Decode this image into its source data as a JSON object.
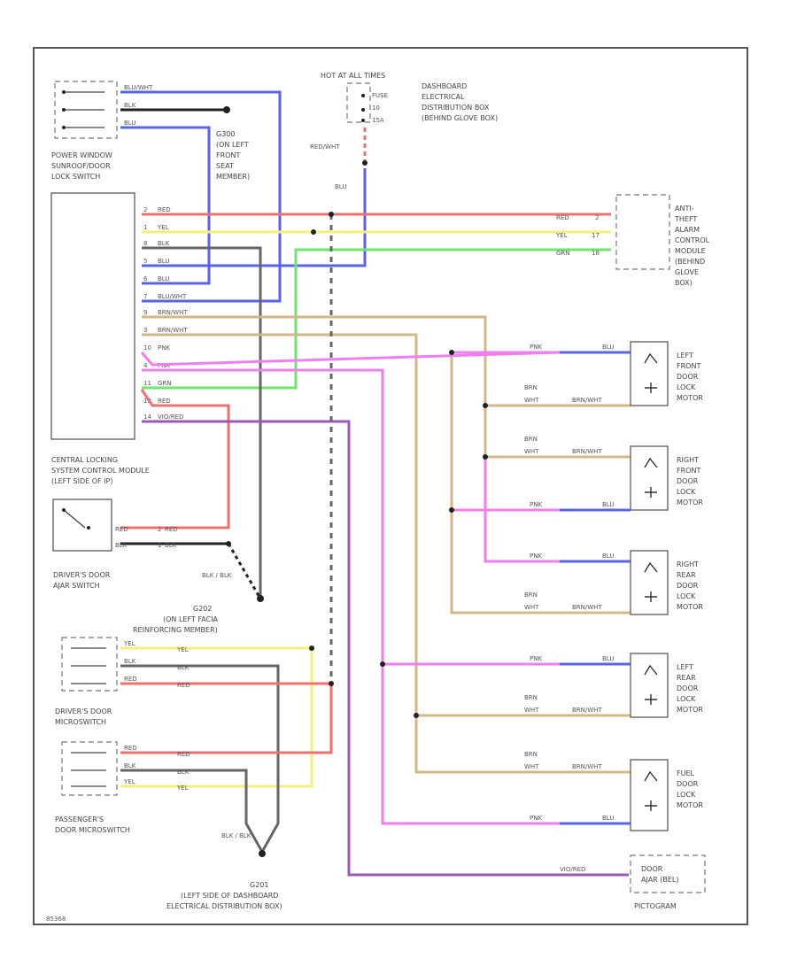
{
  "colors": {
    "red": "#f07070",
    "yellow": "#f4f07a",
    "green": "#6fe46f",
    "blue": "#5a63e6",
    "magenta": "#f07ef0",
    "tan": "#d4b789",
    "gray": "#666666",
    "violet": "#9c58b8",
    "black": "#222222"
  },
  "hot_panel": {
    "title": "HOT AT ALL TIMES",
    "fuse_label": "FUSE",
    "fuse_num": "10",
    "amp": "15A",
    "location": [
      "DASHBOARD",
      "ELECTRICAL",
      "DISTRIBUTION BOX",
      "(BEHIND GLOVE BOX)"
    ]
  },
  "switch_pw": {
    "label": [
      "POWER WINDOW",
      "SUNROOF/DOOR",
      "LOCK SWITCH"
    ],
    "wires": [
      "BLU/WHT",
      "BLK",
      "BLU"
    ]
  },
  "g_seat": [
    "G300",
    "(ON LEFT",
    "FRONT",
    "SEAT",
    "MEMBER)"
  ],
  "vert_labels": {
    "red_wht": "RED/WHT",
    "blu": "BLU"
  },
  "module_wires": [
    "RED",
    "YEL",
    "BLK",
    "BLU",
    "BLU",
    "BLU/WHT",
    "BRN/WHT",
    "BRN/WHT",
    "PNK",
    "PNK",
    "GRN",
    "RED",
    "VIO/RED"
  ],
  "module_pins": [
    "2",
    "1",
    "8",
    "5",
    "6",
    "7",
    "9",
    "3",
    "10",
    "4",
    "11",
    "12",
    "14"
  ],
  "module_label": [
    "CENTRAL LOCKING",
    "SYSTEM CONTROL MODULE",
    "(LEFT SIDE OF IP)"
  ],
  "alarm": {
    "label": [
      "ANTI-",
      "THEFT",
      "ALARM",
      "CONTROL",
      "MODULE",
      "(BEHIND",
      "GLOVE",
      "BOX)"
    ],
    "wires": [
      "RED",
      "YEL",
      "GRN"
    ],
    "pins": [
      "2",
      "17",
      "18"
    ]
  },
  "motors": [
    {
      "label": [
        "LEFT",
        "FRONT",
        "DOOR",
        "LOCK",
        "MOTOR"
      ]
    },
    {
      "label": [
        "RIGHT",
        "FRONT",
        "DOOR",
        "LOCK",
        "MOTOR"
      ]
    },
    {
      "label": [
        "RIGHT",
        "REAR",
        "DOOR",
        "LOCK",
        "MOTOR"
      ]
    },
    {
      "label": [
        "LEFT",
        "REAR",
        "DOOR",
        "LOCK",
        "MOTOR"
      ]
    },
    {
      "label": [
        "FUEL",
        "DOOR",
        "LOCK",
        "MOTOR"
      ]
    }
  ],
  "motor_wires": {
    "pnk": "PNK",
    "blu": "BLU",
    "brn": "BRN",
    "wht": "WHT",
    "brnwht": "BRN/WHT"
  },
  "ajar": {
    "label": [
      "DRIVER'S DOOR",
      "AJAR SWITCH"
    ],
    "wires": [
      "RED",
      "BLK"
    ],
    "pins": [
      "2",
      "1"
    ],
    "mid_wires": [
      "RED",
      "BLK"
    ]
  },
  "blk_pair": "BLK / BLK",
  "g_reinf": [
    "G202",
    "(ON LEFT FACIA",
    "REINFORCING MEMBER)"
  ],
  "drv_micro": {
    "label": [
      "DRIVER'S DOOR",
      "MICROSWITCH"
    ],
    "wires": [
      "YEL",
      "BLK",
      "RED"
    ],
    "mid": [
      "YEL",
      "BLK",
      "RED"
    ]
  },
  "pass_micro": {
    "label": [
      "PASSENGER'S",
      "DOOR MICROSWITCH"
    ],
    "wires": [
      "RED",
      "BLK",
      "YEL"
    ],
    "mid": [
      "RED",
      "BLK",
      "YEL"
    ]
  },
  "blk_bottom": "BLK / BLK",
  "g_dash": [
    "G201",
    "(LEFT SIDE OF DASHBOARD",
    "ELECTRICAL DISTRIBUTION BOX)"
  ],
  "pictogram": {
    "wire": "VIO/RED",
    "label": [
      "DOOR",
      "AJAR (BEL)"
    ],
    "caption": "PICTOGRAM"
  },
  "footer_code": "85368"
}
